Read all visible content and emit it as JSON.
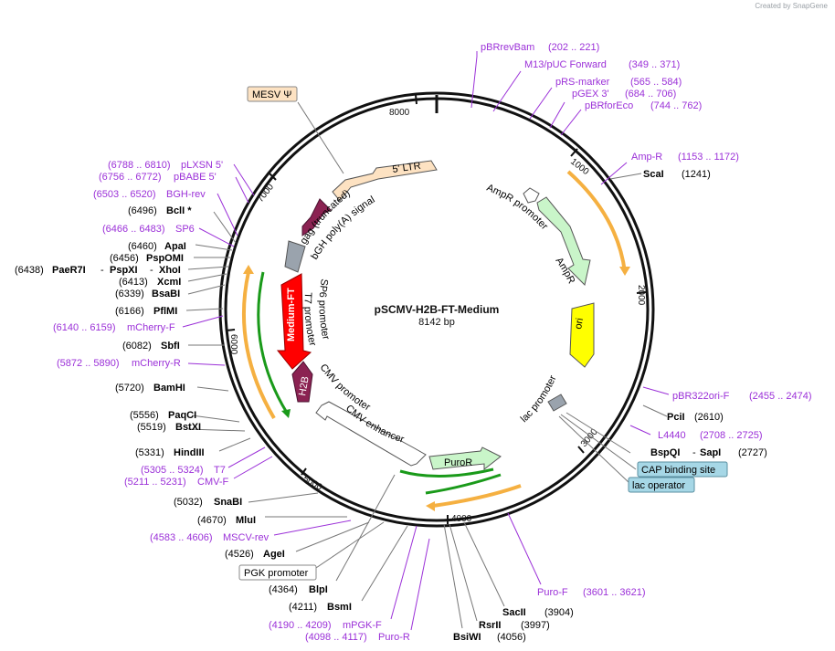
{
  "credit": "Created by SnapGene",
  "plasmid": {
    "name": "pSCMV-H2B-FT-Medium",
    "length": "8142 bp"
  },
  "colors": {
    "purple_site": "#9b30d8",
    "feature_cds_green": "#c9f5c9",
    "feature_orange": "#f5b041",
    "feature_yellow": "#ffff00",
    "feature_red": "#ff0000",
    "feature_maroon": "#8b2252",
    "feature_ltr": "#fde2c2"
  },
  "ticks": [
    "1000",
    "2000",
    "3000",
    "4000",
    "5000",
    "6000",
    "7000",
    "8000"
  ],
  "features": {
    "ltr": "5' LTR",
    "ampr_promoter": "AmpR promoter",
    "ampr": "AmpR",
    "ori": "ori",
    "lac_promoter": "lac promoter",
    "puror": "PuroR",
    "cmv_enhancer": "CMV enhancer",
    "cmv_promoter": "CMV promoter",
    "t7_promoter": "T7 promoter",
    "sp6_promoter": "SP6 promoter",
    "bgh": "bGH poly(A) signal",
    "gag": "gag (truncated)",
    "medium_ft": "Medium-FT",
    "h2b": "H2B"
  },
  "boxes": {
    "mesv": "MESV Ψ",
    "cap": "CAP binding site",
    "lac_operator": "lac operator",
    "pgk": "PGK promoter"
  },
  "labels": {
    "pbrrevbam": {
      "name": "pBRrevBam",
      "range": "(202 .. 221)"
    },
    "m13": {
      "name": "M13/pUC Forward",
      "range": "(349 .. 371)"
    },
    "prs": {
      "name": "pRS-marker",
      "range": "(565 .. 584)"
    },
    "pgex": {
      "name": "pGEX 3'",
      "range": "(684 .. 706)"
    },
    "pbrforeco": {
      "name": "pBRforEco",
      "range": "(744 .. 762)"
    },
    "ampr_primer": {
      "name": "Amp-R",
      "range": "(1153 .. 1172)"
    },
    "scai": {
      "name": "ScaI",
      "pos": "(1241)"
    },
    "pbr322": {
      "name": "pBR322ori-F",
      "range": "(2455 .. 2474)"
    },
    "pcii": {
      "name": "PciI",
      "pos": "(2610)"
    },
    "l4440": {
      "name": "L4440",
      "range": "(2708 .. 2725)"
    },
    "bspqi": {
      "name": "BspQI",
      "sep": "-",
      "name2": "SapI",
      "pos": "(2727)"
    },
    "puro_f": {
      "name": "Puro-F",
      "range": "(3601 .. 3621)"
    },
    "sacii": {
      "name": "SacII",
      "pos": "(3904)"
    },
    "rsrii": {
      "name": "RsrII",
      "pos": "(3997)"
    },
    "bsiwi": {
      "name": "BsiWI",
      "pos": "(4056)"
    },
    "puro_r": {
      "range": "(4098 .. 4117)",
      "name": "Puro-R"
    },
    "mpgk": {
      "range": "(4190 .. 4209)",
      "name": "mPGK-F"
    },
    "bsmi": {
      "pos": "(4211)",
      "name": "BsmI"
    },
    "blpi": {
      "pos": "(4364)",
      "name": "BlpI"
    },
    "agei": {
      "pos": "(4526)",
      "name": "AgeI"
    },
    "msc": {
      "range": "(4583 .. 4606)",
      "name": "MSCV-rev"
    },
    "mlui": {
      "pos": "(4670)",
      "name": "MluI"
    },
    "snabi": {
      "pos": "(5032)",
      "name": "SnaBI"
    },
    "cmvf": {
      "range": "(5211 .. 5231)",
      "name": "CMV-F"
    },
    "t7": {
      "range": "(5305 .. 5324)",
      "name": "T7"
    },
    "hindiii": {
      "pos": "(5331)",
      "name": "HindIII"
    },
    "bstxi": {
      "pos": "(5519)",
      "name": "BstXI"
    },
    "paqci": {
      "pos": "(5556)",
      "name": "PaqCI"
    },
    "bamhi": {
      "pos": "(5720)",
      "name": "BamHI"
    },
    "mcherry_r": {
      "range": "(5872 .. 5890)",
      "name": "mCherry-R"
    },
    "sbfi": {
      "pos": "(6082)",
      "name": "SbfI"
    },
    "mcherry_f": {
      "range": "(6140 .. 6159)",
      "name": "mCherry-F"
    },
    "pflmi": {
      "pos": "(6166)",
      "name": "PflMI"
    },
    "bsabi": {
      "pos": "(6339)",
      "name": "BsaBI"
    },
    "xcmi": {
      "pos": "(6413)",
      "name": "XcmI"
    },
    "paer7i": {
      "pos": "(6438)",
      "name": "PaeR7I",
      "sep1": "-",
      "name2": "PspXI",
      "sep2": "-",
      "name3": "XhoI"
    },
    "pspomi": {
      "pos": "(6456)",
      "name": "PspOMI"
    },
    "apai": {
      "pos": "(6460)",
      "name": "ApaI"
    },
    "sp6": {
      "range": "(6466 .. 6483)",
      "name": "SP6"
    },
    "bcli": {
      "pos": "(6496)",
      "name": "BclI *"
    },
    "bghrev": {
      "range": "(6503 .. 6520)",
      "name": "BGH-rev"
    },
    "pbabe": {
      "range": "(6756 .. 6772)",
      "name": "pBABE 5'"
    },
    "plxsn": {
      "range": "(6788 .. 6810)",
      "name": "pLXSN 5'"
    }
  }
}
